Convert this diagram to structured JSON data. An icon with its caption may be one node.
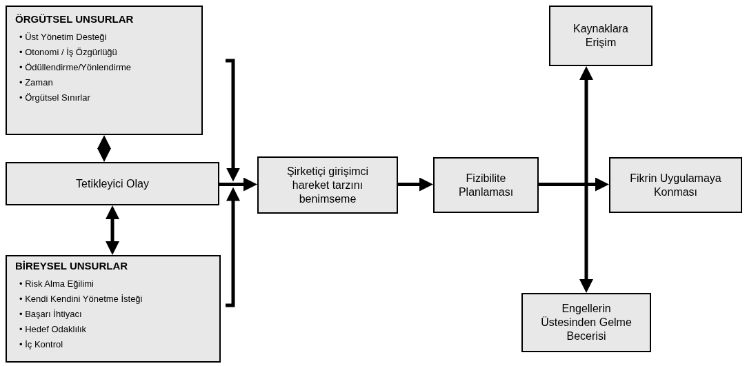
{
  "diagram": {
    "nodes": [
      {
        "text": [
          "ÖRGÜTSEL UNSURLAR",
          "• Üst Yönetim Desteği",
          "• Otonomi / İş Özgürlüğü",
          "• Ödüllendirme/Yönlendirme",
          "• Zaman",
          "• Örgütsel Sınırlar"
        ]
      },
      {
        "text": [
          "Tetikleyici Olay"
        ]
      },
      {
        "text": [
          "BİREYSEL UNSURLAR",
          "• Risk Alma Eğilimi",
          "• Kendi Kendini Yönetme İsteği",
          "• Başarı İhtiyacı",
          "• Hedef Odaklılık",
          "• İç Kontrol"
        ]
      },
      {
        "text": [
          "Şirketiçi girişimci hareket tarzını benimseme"
        ]
      },
      {
        "text": [
          "Fizibilite Planlaması"
        ]
      },
      {
        "text": [
          "Kaynaklara Erişim"
        ]
      },
      {
        "text": [
          "Fikrin Uygulamaya Konması"
        ]
      },
      {
        "text": [
          "Engellerin Üstesinden Gelme Becerisi"
        ]
      }
    ],
    "edges": [
      {
        "from": 0,
        "to": 1,
        "arrow": "both"
      },
      {
        "from": 1,
        "to": 2,
        "arrow": "both"
      },
      {
        "from": 0,
        "to": 3,
        "arrow": "to"
      },
      {
        "from": 1,
        "to": 3,
        "arrow": "to"
      },
      {
        "from": 2,
        "to": 3,
        "arrow": "to"
      },
      {
        "from": 3,
        "to": 4,
        "arrow": "to"
      },
      {
        "from": 4,
        "to": 6,
        "arrow": "to"
      },
      {
        "from": 5,
        "to": 7,
        "arrow": "both"
      }
    ]
  }
}
